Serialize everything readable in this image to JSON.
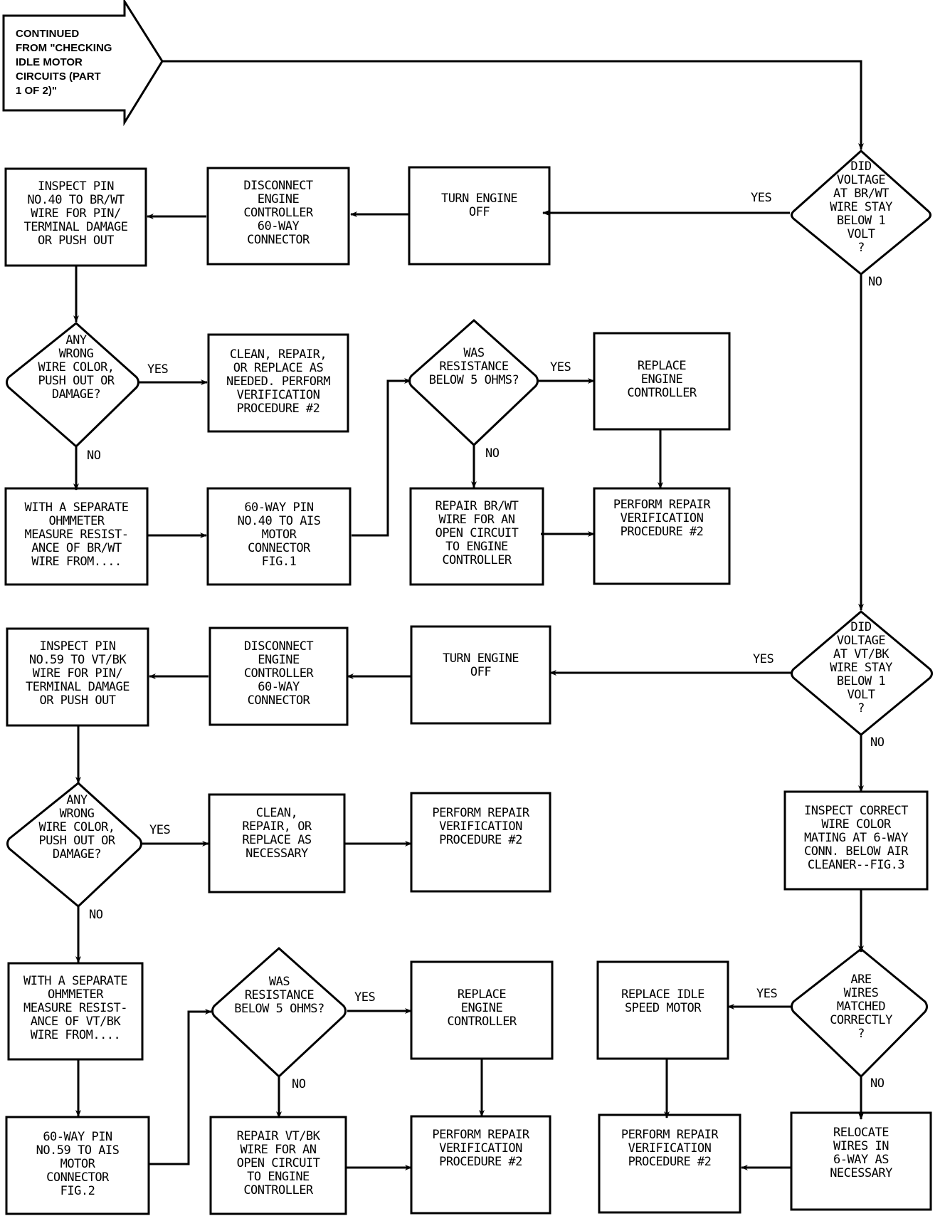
{
  "start": {
    "text": "CONTINUED\nFROM \"CHECKING\nIDLE MOTOR\nCIRCUITS (PART\n1 OF 2)\""
  },
  "section1": {
    "decision_voltage": "DID\nVOLTAGE\nAT BR/WT\nWIRE STAY\nBELOW 1\nVOLT\n?",
    "turn_off": "TURN ENGINE\nOFF",
    "disconnect": "DISCONNECT\nENGINE\nCONTROLLER\n60-WAY\nCONNECTOR",
    "inspect_pin": "INSPECT PIN\nNO.40 TO BR/WT\nWIRE FOR PIN/\nTERMINAL DAMAGE\nOR PUSH OUT",
    "decision_wrong": "ANY\nWRONG\nWIRE COLOR,\nPUSH OUT OR\nDAMAGE?",
    "clean_repair": "CLEAN, REPAIR,\nOR REPLACE AS\nNEEDED. PERFORM\nVERIFICATION\nPROCEDURE #2",
    "ohmmeter": "WITH A SEPARATE\nOHMMETER\nMEASURE RESIST-\nANCE OF BR/WT\nWIRE FROM....",
    "pin_to_ais": "60-WAY PIN\nNO.40 TO AIS\nMOTOR\nCONNECTOR\nFIG.1",
    "decision_resistance": "WAS\nRESISTANCE\nBELOW 5 OHMS?",
    "replace_controller": "REPLACE\nENGINE\nCONTROLLER",
    "repair_wire": "REPAIR BR/WT\nWIRE FOR AN\nOPEN CIRCUIT\nTO ENGINE\nCONTROLLER",
    "perform_verification": "PERFORM REPAIR\nVERIFICATION\nPROCEDURE #2"
  },
  "section2": {
    "decision_voltage": "DID\nVOLTAGE\nAT VT/BK\nWIRE STAY\nBELOW 1\nVOLT\n?",
    "turn_off": "TURN ENGINE\nOFF",
    "disconnect": "DISCONNECT\nENGINE\nCONTROLLER\n60-WAY\nCONNECTOR",
    "inspect_pin": "INSPECT PIN\nNO.59 TO VT/BK\nWIRE FOR PIN/\nTERMINAL DAMAGE\nOR PUSH OUT",
    "decision_wrong": "ANY\nWRONG\nWIRE COLOR,\nPUSH OUT OR\nDAMAGE?",
    "clean_repair": "CLEAN,\nREPAIR, OR\nREPLACE AS\nNECESSARY",
    "perform_verification_a": "PERFORM REPAIR\nVERIFICATION\nPROCEDURE #2",
    "ohmmeter": "WITH A SEPARATE\nOHMMETER\nMEASURE RESIST-\nANCE OF VT/BK\nWIRE FROM....",
    "pin_to_ais": "60-WAY PIN\nNO.59 TO AIS\nMOTOR\nCONNECTOR\nFIG.2",
    "decision_resistance": "WAS\nRESISTANCE\nBELOW 5 OHMS?",
    "replace_controller": "REPLACE\nENGINE\nCONTROLLER",
    "repair_wire": "REPAIR VT/BK\nWIRE FOR AN\nOPEN CIRCUIT\nTO ENGINE\nCONTROLLER",
    "perform_verification_b": "PERFORM REPAIR\nVERIFICATION\nPROCEDURE #2",
    "perform_verification_c": "PERFORM REPAIR\nVERIFICATION\nPROCEDURE #2"
  },
  "section3": {
    "inspect_color": "INSPECT CORRECT\nWIRE COLOR\nMATING AT 6-WAY\nCONN. BELOW AIR\nCLEANER--FIG.3",
    "decision_matched": "ARE\nWIRES\nMATCHED\nCORRECTLY\n?",
    "replace_motor": "REPLACE IDLE\nSPEED MOTOR",
    "relocate": "RELOCATE\nWIRES IN\n6-WAY AS\nNECESSARY",
    "perform_verification": "PERFORM REPAIR\nVERIFICATION\nPROCEDURE #2"
  },
  "labels": {
    "yes": "YES",
    "no": "NO"
  }
}
